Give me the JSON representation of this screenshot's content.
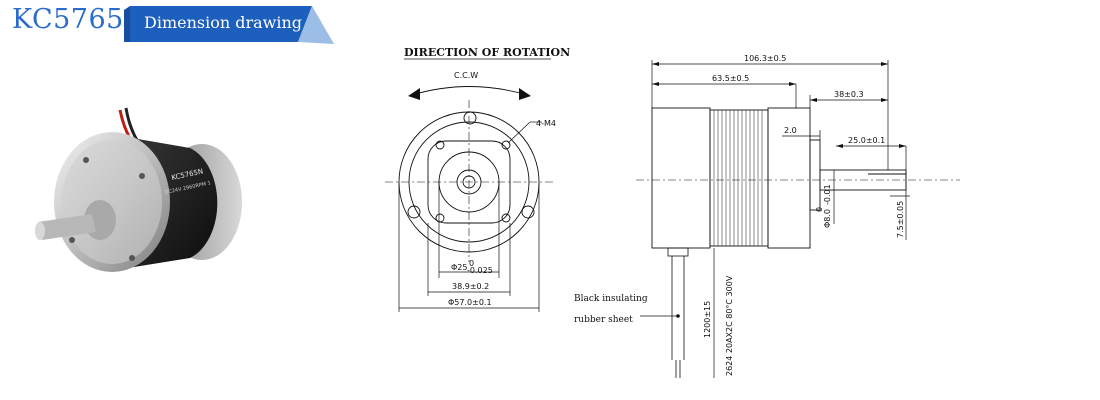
{
  "header": {
    "model": "KC5765",
    "tag_label": "Dimension drawing"
  },
  "photo": {
    "label_model": "KC5765N",
    "label_spec": "DC24V 2960RPM 1"
  },
  "front_view": {
    "title": "DIRECTION OF ROTATION",
    "rotation": "C.C.W",
    "holes": "4-M4",
    "dim_pilot": "Φ25",
    "dim_pilot_tol_upper": "0",
    "dim_pilot_tol_lower": "-0.025",
    "dim_bolt_circle": "38.9±0.2",
    "dim_outer": "Φ57.0±0.1"
  },
  "side_view": {
    "dim_total": "106.3±0.5",
    "dim_body": "63.5±0.5",
    "dim_rear": "38±0.3",
    "dim_pilot_height": "2.0",
    "dim_shaft_length": "25.0±0.1",
    "dim_shaft_dia": "Φ8.0",
    "dim_shaft_dia_tol_upper": "0",
    "dim_shaft_dia_tol_lower": "-0.01",
    "dim_flat": "7.5±0.05",
    "cable_length": "1200±15",
    "cable_spec": "2624 20AX2C 80°C 300V",
    "note_line1": "Black insulating",
    "note_line2": "rubber sheet"
  }
}
